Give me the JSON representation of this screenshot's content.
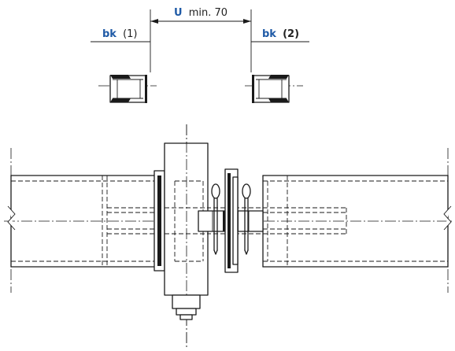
{
  "colors": {
    "line": "#1a1a1a",
    "accent": "#1f5aa6",
    "text": "#222222",
    "background": "#ffffff"
  },
  "labels": {
    "clearance": {
      "symbol": "U",
      "text": "min. 70"
    },
    "left_side": {
      "symbol": "bk",
      "text": "(1)"
    },
    "right_side": {
      "symbol": "bk",
      "text": "(2)"
    }
  }
}
